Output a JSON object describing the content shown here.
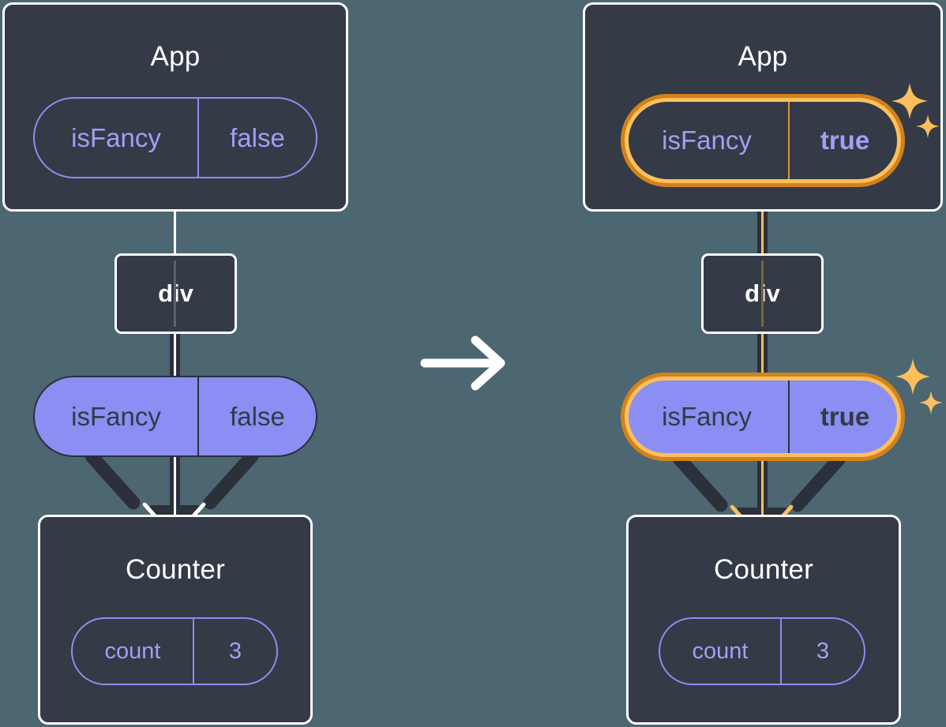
{
  "diagram": {
    "title": "React state update: isFancy false to true",
    "background_color": "#4C6672",
    "box_fill": "#343a46",
    "box_border": "#ffffff",
    "pill_purple": "#8b8ef2",
    "pill_outline_stroke": "#8b8df2",
    "highlight_outer": "#d2821a",
    "highlight_inner": "#fbbf5e",
    "arrow_dark": "#2b303b"
  },
  "transition": {
    "icon": "arrow-right-icon"
  },
  "before": {
    "app": {
      "title": "App",
      "state": {
        "name": "isFancy",
        "value": "false",
        "highlighted": false
      }
    },
    "div": {
      "label": "div"
    },
    "prop": {
      "name": "isFancy",
      "value": "false",
      "highlighted": false
    },
    "counter": {
      "title": "Counter",
      "state": {
        "name": "count",
        "value": "3",
        "highlighted": false
      }
    }
  },
  "after": {
    "app": {
      "title": "App",
      "state": {
        "name": "isFancy",
        "value": "true",
        "highlighted": true,
        "sparkle": "sparkle-icon"
      }
    },
    "div": {
      "label": "div"
    },
    "prop": {
      "name": "isFancy",
      "value": "true",
      "highlighted": true,
      "sparkle": "sparkle-icon"
    },
    "counter": {
      "title": "Counter",
      "state": {
        "name": "count",
        "value": "3",
        "highlighted": false
      }
    }
  }
}
